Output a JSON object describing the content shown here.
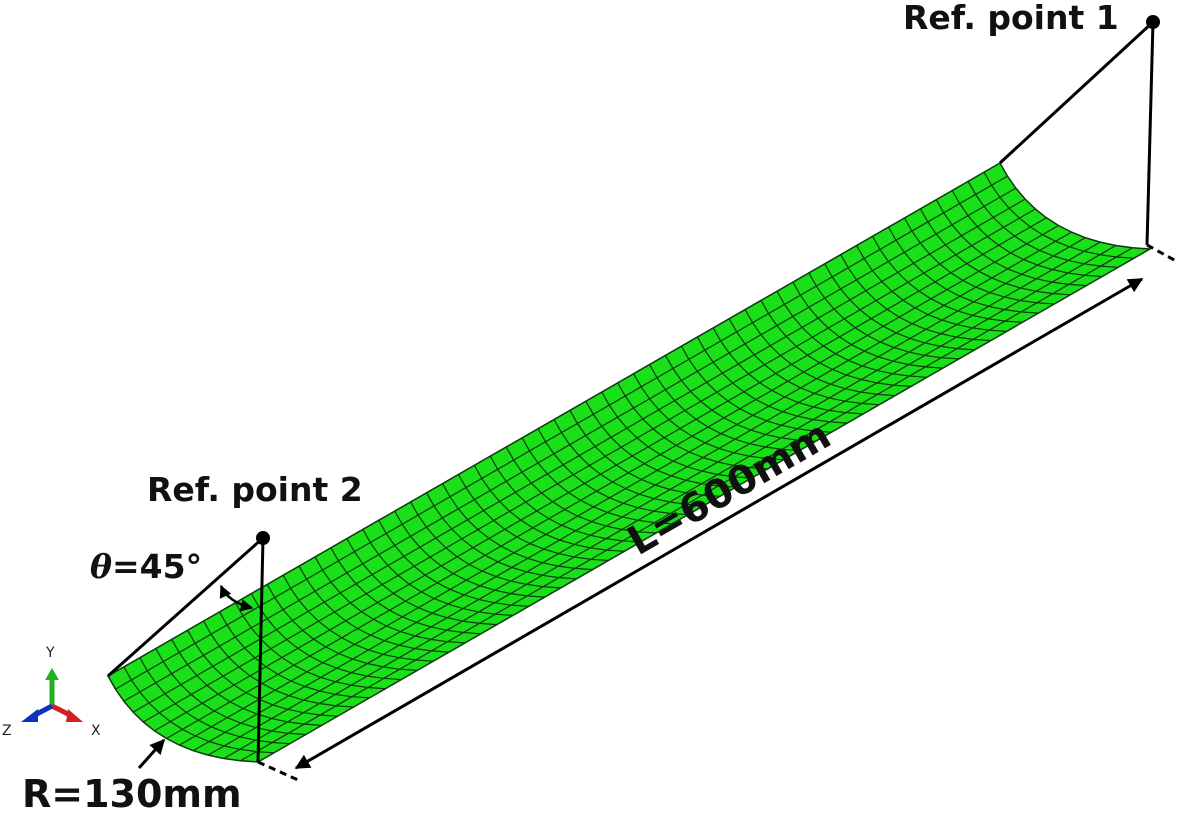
{
  "labels": {
    "ref_point_1": "Ref. point 1",
    "ref_point_2": "Ref. point 2",
    "angle_symbol": "θ",
    "angle_value": "=45°",
    "length": "L=600mm",
    "radius": "R=130mm"
  },
  "triad": {
    "x": "X",
    "y": "Y",
    "z": "Z"
  },
  "colors": {
    "mesh_fill": "#19e019",
    "mesh_line": "#0b3a0b",
    "axis_x": "#d02020",
    "axis_y": "#20b020",
    "axis_z": "#1030c0"
  }
}
